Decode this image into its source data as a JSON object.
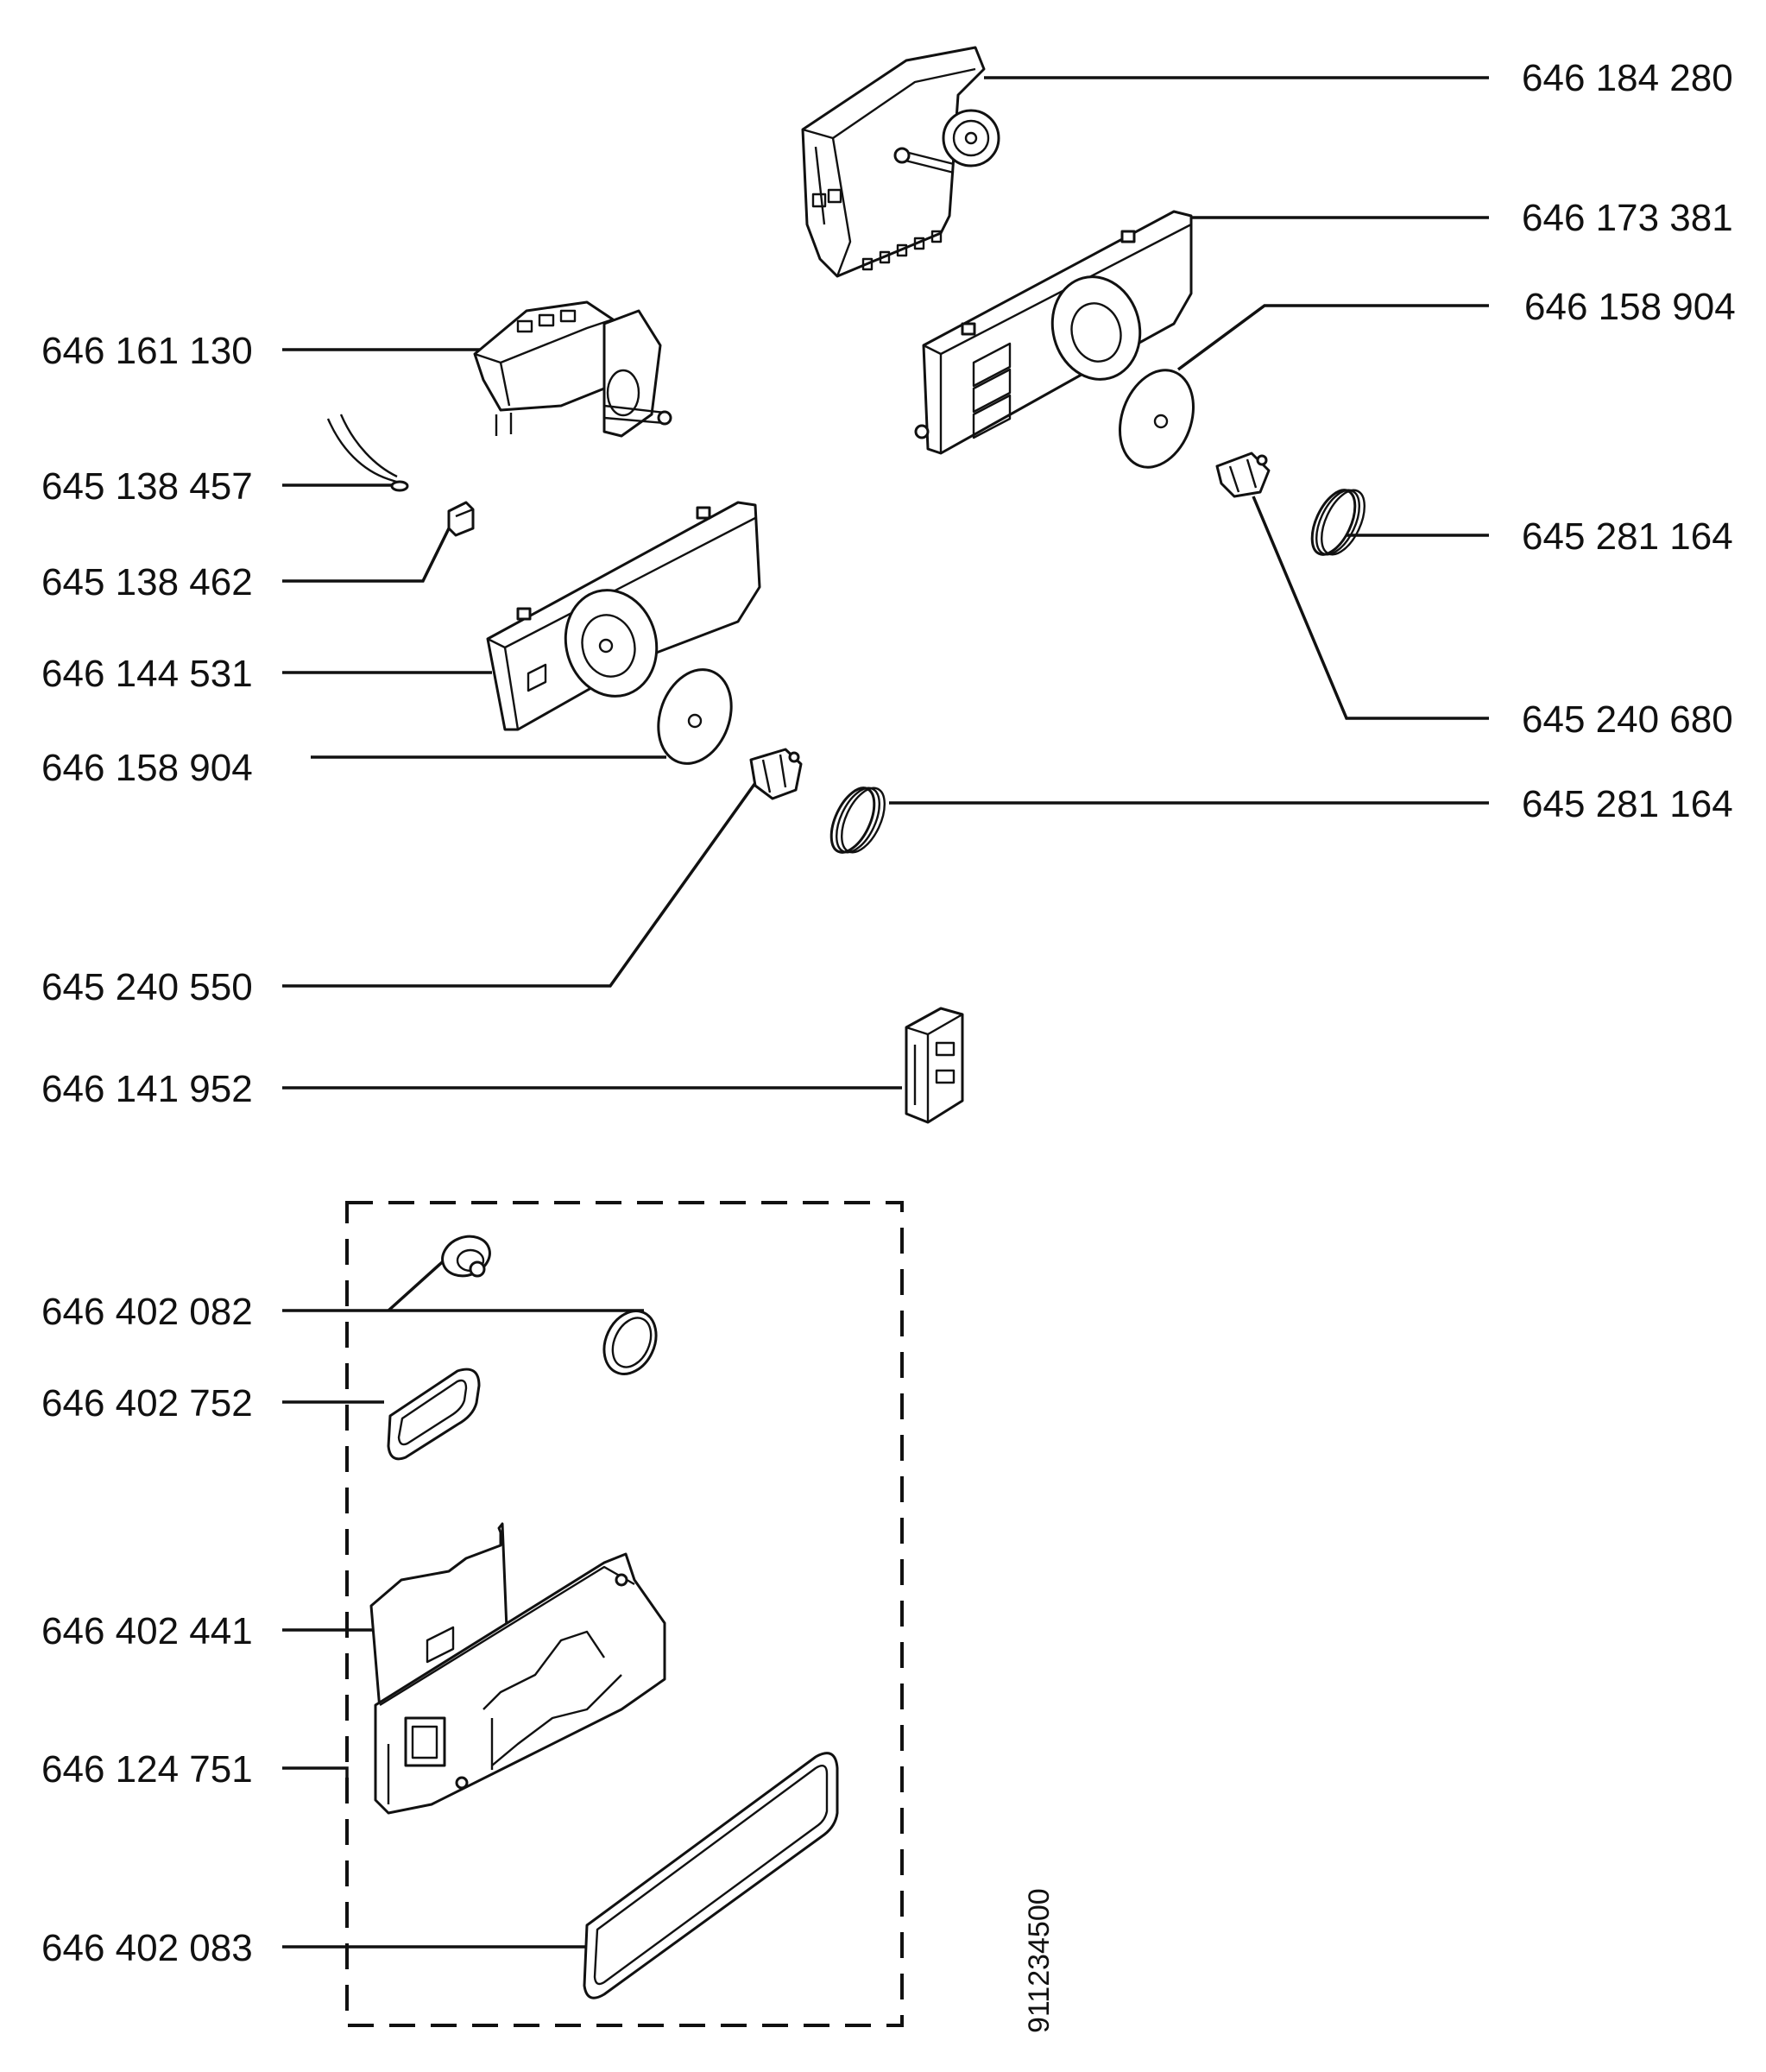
{
  "labels": {
    "r_646_184_280": "646 184 280",
    "r_646_173_381": "646 173 381",
    "r_646_158_904": "646 158 904",
    "r_645_281_164_a": "645 281 164",
    "r_645_240_680": "645 240 680",
    "r_645_281_164_b": "645 281 164",
    "l_646_161_130": "646  161 130",
    "l_645_138_457": "645 138 457",
    "l_645_138_462": "645 138 462",
    "l_646_144_531": "646 144 531",
    "l_646_158_904": "646 158 904",
    "l_645_240_550": "645 240 550",
    "l_646_141_952": "646 141 952",
    "l_646_402_082": "646 402 082",
    "l_646_402_752": "646 402 752",
    "l_646_402_441": "646 402 441",
    "l_646_124_751": "646 124 751",
    "l_646_402_083": "646 402 083"
  },
  "drawing_number": "911234500"
}
